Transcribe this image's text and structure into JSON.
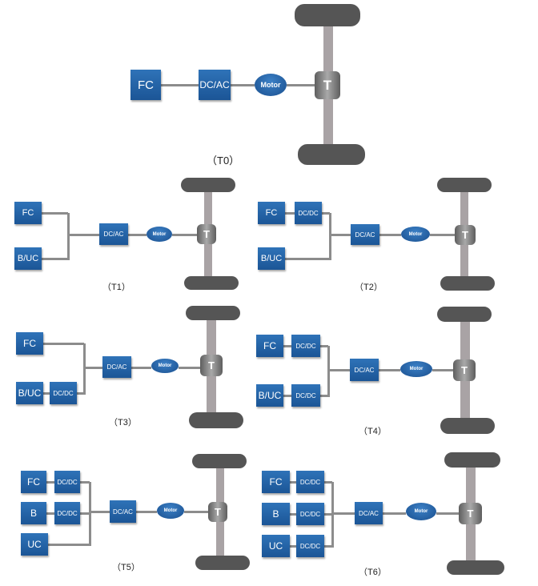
{
  "diagrams": [
    {
      "label": "（T0）",
      "sources": [
        {
          "name": "FC",
          "converter": null
        }
      ],
      "inverter": "DC/AC",
      "motor": "Motor",
      "transmission": "T"
    },
    {
      "label": "（T1）",
      "sources": [
        {
          "name": "FC",
          "converter": null
        },
        {
          "name": "B/UC",
          "converter": null
        }
      ],
      "inverter": "DC/AC",
      "motor": "Motor",
      "transmission": "T"
    },
    {
      "label": "（T2）",
      "sources": [
        {
          "name": "FC",
          "converter": "DC/DC"
        },
        {
          "name": "B/UC",
          "converter": null
        }
      ],
      "inverter": "DC/AC",
      "motor": "Motor",
      "transmission": "T"
    },
    {
      "label": "（T3）",
      "sources": [
        {
          "name": "FC",
          "converter": null
        },
        {
          "name": "B/UC",
          "converter": "DC/DC"
        }
      ],
      "inverter": "DC/AC",
      "motor": "Motor",
      "transmission": "T"
    },
    {
      "label": "（T4）",
      "sources": [
        {
          "name": "FC",
          "converter": "DC/DC"
        },
        {
          "name": "B/UC",
          "converter": "DC/DC"
        }
      ],
      "inverter": "DC/AC",
      "motor": "Motor",
      "transmission": "T"
    },
    {
      "label": "（T5）",
      "sources": [
        {
          "name": "FC",
          "converter": "DC/DC"
        },
        {
          "name": "B",
          "converter": "DC/DC"
        },
        {
          "name": "UC",
          "converter": null
        }
      ],
      "inverter": "DC/AC",
      "motor": "Motor",
      "transmission": "T"
    },
    {
      "label": "（T6）",
      "sources": [
        {
          "name": "FC",
          "converter": "DC/DC"
        },
        {
          "name": "B",
          "converter": "DC/DC"
        },
        {
          "name": "UC",
          "converter": "DC/DC"
        }
      ],
      "inverter": "DC/AC",
      "motor": "Motor",
      "transmission": "T"
    }
  ]
}
